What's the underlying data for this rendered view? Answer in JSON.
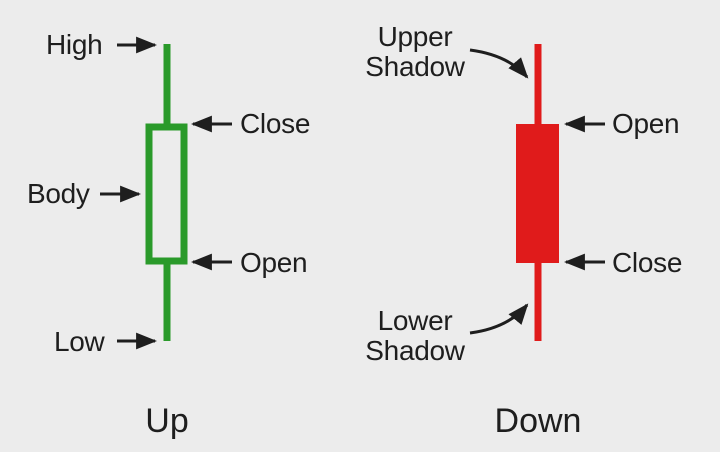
{
  "up": {
    "labels": {
      "high": "High",
      "body": "Body",
      "low": "Low",
      "close": "Close",
      "open": "Open"
    },
    "caption": "Up",
    "color": "#2a9a2a"
  },
  "down": {
    "labels": {
      "upper_shadow_line1": "Upper",
      "upper_shadow_line2": "Shadow",
      "lower_shadow_line1": "Lower",
      "lower_shadow_line2": "Shadow",
      "open": "Open",
      "close": "Close"
    },
    "caption": "Down",
    "color": "#e01b1b"
  },
  "colors": {
    "background": "#ececec",
    "text": "#1e1e1e",
    "arrow": "#1e1e1e"
  }
}
